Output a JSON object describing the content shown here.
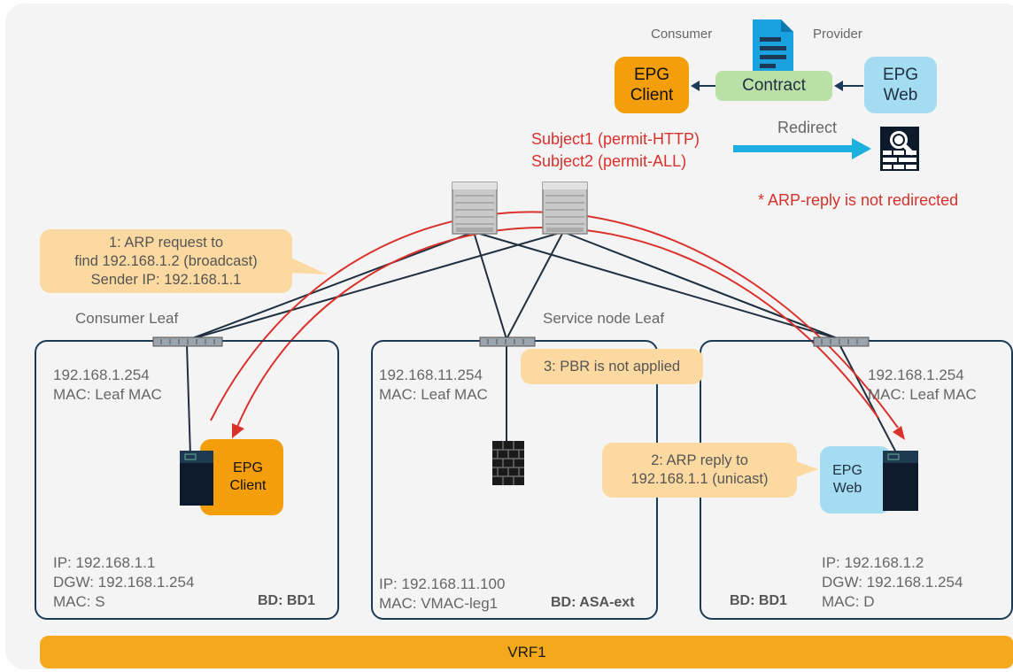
{
  "contract": {
    "consumer_label": "Consumer",
    "provider_label": "Provider",
    "epg_client_line1": "EPG",
    "epg_client_line2": "Client",
    "contract_label": "Contract",
    "epg_web_line1": "EPG",
    "epg_web_line2": "Web",
    "redirect_label": "Redirect",
    "subject1": "Subject1 (permit-HTTP)",
    "subject2": "Subject2 (permit-ALL)",
    "note": "* ARP-reply is not redirected"
  },
  "callouts": {
    "arp_request_line1": "1: ARP request to",
    "arp_request_line2": "find 192.168.1.2 (broadcast)",
    "arp_request_line3": "Sender IP: 192.168.1.1",
    "arp_reply_line1": "2: ARP reply to",
    "arp_reply_line2": "192.168.1.1 (unicast)",
    "pbr": "3: PBR is not applied"
  },
  "leaves": {
    "consumer_leaf_label": "Consumer Leaf",
    "service_leaf_label": "Service node Leaf"
  },
  "left_box": {
    "gw_ip": "192.168.1.254",
    "gw_mac": "MAC: Leaf MAC",
    "epg_line1": "EPG",
    "epg_line2": "Client",
    "ip": "IP: 192.168.1.1",
    "dgw": "DGW: 192.168.1.254",
    "mac": "MAC: S",
    "bd": "BD: BD1"
  },
  "middle_box": {
    "gw_ip": "192.168.11.254",
    "gw_mac": "MAC: Leaf MAC",
    "ip": "IP: 192.168.11.100",
    "mac": "MAC: VMAC-leg1",
    "bd": "BD: ASA-ext"
  },
  "right_box": {
    "gw_ip": "192.168.1.254",
    "gw_mac": "MAC: Leaf MAC",
    "epg_line1": "EPG",
    "epg_line2": "Web",
    "ip": "IP: 192.168.1.2",
    "dgw": "DGW: 192.168.1.254",
    "mac": "MAC: D",
    "bd": "BD: BD1"
  },
  "vrf_label": "VRF1",
  "colors": {
    "arrow_red": "#d9312b",
    "redirect_blue": "#1ab0e0",
    "epg_orange": "#f59e0b",
    "epg_blue": "#a4dcf2",
    "contract_green": "#b9e0a6",
    "callout": "#fcd9a0",
    "vrf": "#f4a81c"
  }
}
